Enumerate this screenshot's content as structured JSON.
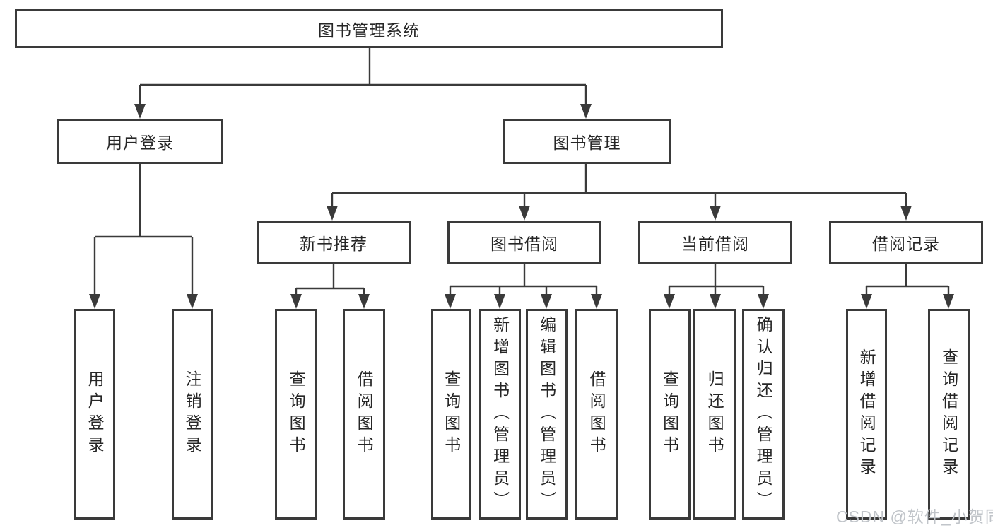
{
  "tree": {
    "label": "图书管理系统",
    "children": [
      {
        "label": "用户登录",
        "children": [
          {
            "label": "用户登录"
          },
          {
            "label": "注销登录"
          }
        ]
      },
      {
        "label": "图书管理",
        "children": [
          {
            "label": "新书推荐",
            "children": [
              {
                "label": "查询图书"
              },
              {
                "label": "借阅图书"
              }
            ]
          },
          {
            "label": "图书借阅",
            "children": [
              {
                "label": "查询图书"
              },
              {
                "label": "新增图书（管理员）"
              },
              {
                "label": "编辑图书（管理员）"
              },
              {
                "label": "借阅图书"
              }
            ]
          },
          {
            "label": "当前借阅",
            "children": [
              {
                "label": "查询图书"
              },
              {
                "label": "归还图书"
              },
              {
                "label": "确认归还（管理员）"
              }
            ]
          },
          {
            "label": "借阅记录",
            "children": [
              {
                "label": "新增借阅记录"
              },
              {
                "label": "查询借阅记录"
              }
            ]
          }
        ]
      }
    ]
  },
  "watermark": {
    "text": "CSDN @软件_小贺同学"
  },
  "colors": {
    "line": "#3a3a3a",
    "text": "#262626",
    "watermark": "#c0c4c9",
    "background": "#ffffff"
  }
}
